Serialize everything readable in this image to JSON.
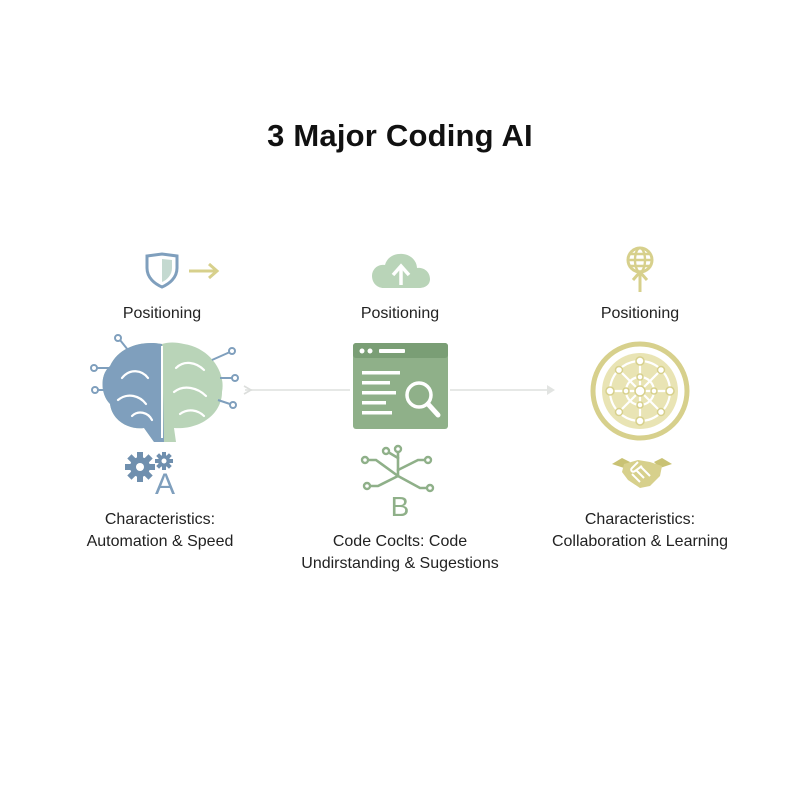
{
  "title": "3 Major Coding AI",
  "columns": [
    {
      "positioning_label": "Positioning",
      "characteristics_line1": "Characteristics:",
      "characteristics_line2": "Automation & Speed",
      "top_icon": "shield-arrow-icon",
      "main_icon": "circuit-brain-icon",
      "feature_icon": "gears-letter-a-icon",
      "feature_letter": "A"
    },
    {
      "positioning_label": "Positioning",
      "characteristics_line1": "Code Coclts: Code",
      "characteristics_line2": "Undirstanding & Sugestions",
      "top_icon": "cloud-upload-icon",
      "main_icon": "code-search-window-icon",
      "feature_icon": "branch-letter-b-icon",
      "feature_letter": "B"
    },
    {
      "positioning_label": "Positioning",
      "characteristics_line1": "Characteristics:",
      "characteristics_line2": "Collaboration & Learning",
      "top_icon": "globe-arrow-icon",
      "main_icon": "network-globe-icon",
      "feature_icon": "handshake-icon"
    }
  ],
  "colors": {
    "blue": "#7f9fbd",
    "blue_dark": "#6f8fae",
    "green": "#8fb089",
    "green_light": "#b9d4b8",
    "gold": "#d7d08c",
    "gold_dark": "#c9c274",
    "text": "#222222",
    "connector": "#e6e8e6"
  }
}
